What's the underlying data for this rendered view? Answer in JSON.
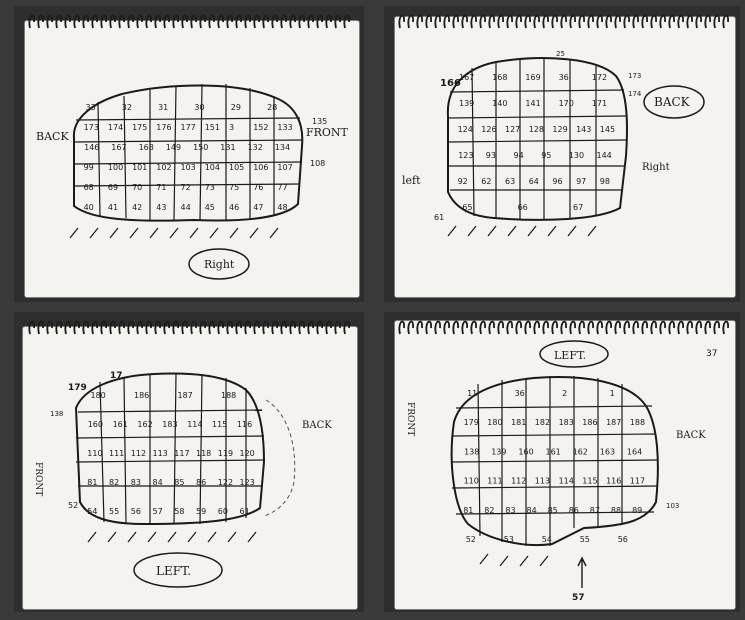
{
  "notebooks": [
    {
      "view_label": "Right",
      "side_labels": [
        "BACK",
        "FRONT"
      ],
      "extra_labels": [
        "135",
        "108"
      ],
      "cells": [
        [
          "33",
          "32",
          "31",
          "30",
          "29",
          "28"
        ],
        [
          "173",
          "174",
          "175",
          "176",
          "177",
          "151",
          "3",
          "152",
          "133"
        ],
        [
          "146",
          "167",
          "168",
          "149",
          "150",
          "131",
          "132",
          "134"
        ],
        [
          "99",
          "100",
          "101",
          "102",
          "103",
          "104",
          "105",
          "106",
          "107"
        ],
        [
          "68",
          "69",
          "70",
          "71",
          "72",
          "73",
          "75",
          "76",
          "77"
        ],
        [
          "40",
          "41",
          "42",
          "43",
          "44",
          "45",
          "46",
          "47",
          "48"
        ]
      ]
    },
    {
      "view_label": "BACK",
      "side_labels": [
        "left",
        "Right"
      ],
      "extra_labels": [
        "166",
        "25",
        "173",
        "174",
        "61"
      ],
      "cells": [
        [
          "167",
          "168",
          "169",
          "36",
          "172"
        ],
        [
          "139",
          "140",
          "141",
          "170",
          "171"
        ],
        [
          "124",
          "126",
          "127",
          "128",
          "129",
          "143",
          "145"
        ],
        [
          "123",
          "93",
          "94",
          "95",
          "130",
          "144"
        ],
        [
          "92",
          "62",
          "63",
          "64",
          "96",
          "97",
          "98"
        ],
        [
          "65",
          "66",
          "67"
        ]
      ]
    },
    {
      "view_label": "LEFT.",
      "side_labels": [
        "FRONT",
        "BACK"
      ],
      "extra_labels": [
        "179",
        "17",
        "138",
        "52"
      ],
      "cells": [
        [
          "180",
          "186",
          "187",
          "188"
        ],
        [
          "160",
          "161",
          "162",
          "183",
          "114",
          "115",
          "116"
        ],
        [
          "110",
          "111",
          "112",
          "113",
          "117",
          "118",
          "119",
          "120"
        ],
        [
          "81",
          "82",
          "83",
          "84",
          "85",
          "86",
          "122",
          "123"
        ],
        [
          "54",
          "55",
          "56",
          "57",
          "58",
          "59",
          "60",
          "61"
        ]
      ]
    },
    {
      "view_label": "LEFT.",
      "side_labels": [
        "FRONT",
        "BACK"
      ],
      "extra_labels": [
        "37",
        "103",
        "57"
      ],
      "cells": [
        [
          "11",
          "36",
          "2",
          "1"
        ],
        [
          "179",
          "180",
          "181",
          "182",
          "183",
          "186",
          "187",
          "188"
        ],
        [
          "138",
          "139",
          "160",
          "161",
          "162",
          "163",
          "164"
        ],
        [
          "110",
          "111",
          "112",
          "113",
          "114",
          "115",
          "116",
          "117"
        ],
        [
          "81",
          "82",
          "83",
          "84",
          "85",
          "86",
          "87",
          "88",
          "89"
        ],
        [
          "52",
          "53",
          "54",
          "55",
          "56"
        ]
      ]
    }
  ]
}
